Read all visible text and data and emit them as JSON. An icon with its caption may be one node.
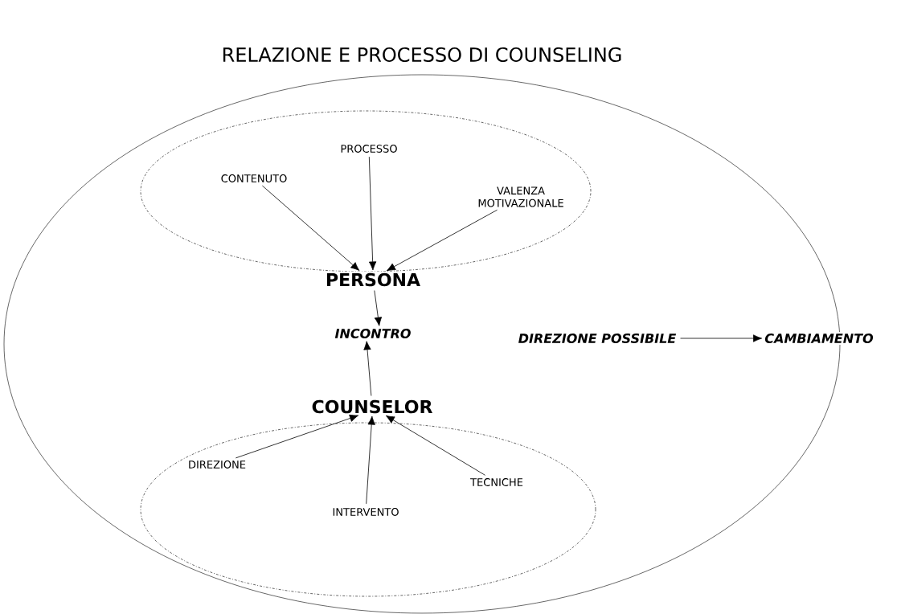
{
  "diagram": {
    "title": "RELAZIONE E PROCESSO DI COUNSELING",
    "nodes": [
      {
        "text": [],
        "shape": "circle"
      },
      {
        "text": [],
        "shape": "circle",
        "in": 0
      },
      {
        "text": [
          "PROCESSO"
        ],
        "in": 1
      },
      {
        "text": [
          "CONTENUTO"
        ],
        "in": 1
      },
      {
        "text": [
          "VALENZA MOTIVAZIONALE"
        ],
        "in": 1
      },
      {
        "text": [
          "PERSONA"
        ],
        "in": 0
      },
      {
        "text": [
          "INCONTRO"
        ],
        "in": 0
      },
      {
        "text": [
          "DIREZIONE POSSIBILE"
        ],
        "in": 0
      },
      {
        "text": [
          "CAMBIAMENTO"
        ]
      },
      {
        "text": [
          "COUNSELOR"
        ],
        "in": 0
      },
      {
        "text": [],
        "shape": "circle",
        "in": 0
      },
      {
        "text": [
          "DIREZIONE"
        ],
        "in": 10
      },
      {
        "text": [
          "INTERVENTO"
        ],
        "in": 10
      },
      {
        "text": [
          "TECNICHE"
        ],
        "in": 10
      }
    ],
    "edges": [
      {
        "from": 2,
        "to": 5,
        "arrow": "to"
      },
      {
        "from": 3,
        "to": 5,
        "arrow": "to"
      },
      {
        "from": 4,
        "to": 5,
        "arrow": "to"
      },
      {
        "from": 5,
        "to": 6,
        "arrow": "to"
      },
      {
        "from": 9,
        "to": 6,
        "arrow": "to"
      },
      {
        "from": 7,
        "to": 8,
        "arrow": "to"
      },
      {
        "from": 11,
        "to": 9,
        "arrow": "to"
      },
      {
        "from": 12,
        "to": 9,
        "arrow": "to"
      },
      {
        "from": 13,
        "to": 9,
        "arrow": "to"
      }
    ]
  }
}
